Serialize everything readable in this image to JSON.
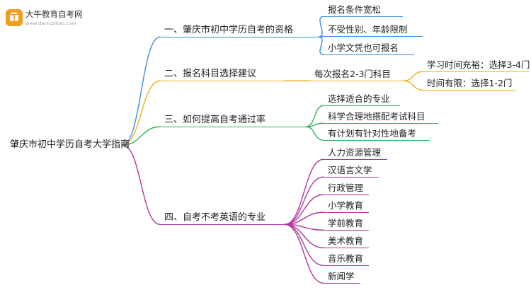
{
  "logo": {
    "name": "大牛教育自考网",
    "url": "www.daniuzikao.com",
    "icon": "logo-badge-icon"
  },
  "colors": {
    "root": "#222222",
    "b1": "#3d8fe0",
    "b2": "#f2b01e",
    "b3": "#35b35c",
    "b4": "#b0379f",
    "logo": "#f29d1e"
  },
  "root": {
    "label": "肇庆市初中学历自考大学指南"
  },
  "branches": [
    {
      "label": "一、肇庆市初中学历自考的资格",
      "items": [
        "报名条件宽松",
        "不受性别、年龄限制",
        "小学文凭也可报名"
      ]
    },
    {
      "label": "二、报名科目选择建议",
      "items": [
        {
          "label": "每次报名2-3门科目",
          "items": [
            "学习时间充裕：选择3-4门",
            "时间有限：选择1-2门"
          ]
        }
      ]
    },
    {
      "label": "三、如何提高自考通过率",
      "items": [
        "选择适合的专业",
        "科学合理地搭配考试科目",
        "有计划有针对性地备考"
      ]
    },
    {
      "label": "四、自考不考英语的专业",
      "items": [
        "人力资源管理",
        "汉语言文学",
        "行政管理",
        "小学教育",
        "学前教育",
        "美术教育",
        "音乐教育",
        "新闻学"
      ]
    }
  ]
}
